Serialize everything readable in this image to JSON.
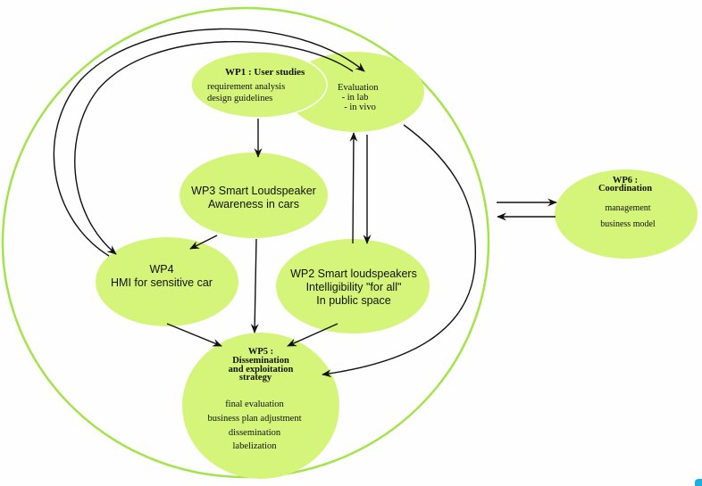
{
  "colors": {
    "node_fill": "#d4f57a",
    "outer_ring": "#a4e34a",
    "edge": "#111111",
    "background": "#fdfefd",
    "corner_badge": "#1ab0e0"
  },
  "nodes": {
    "wp1": {
      "title": "WP1 : User studies",
      "lines": [
        "requirement analysis",
        "design guidelines"
      ]
    },
    "evaluation": {
      "title": "Evaluation",
      "lines": [
        " - in lab",
        "  - in vivo"
      ]
    },
    "wp3": {
      "lines": [
        "WP3 Smart Loudspeaker",
        "Awareness in cars"
      ]
    },
    "wp4": {
      "lines": [
        "WP4",
        "HMI for sensitive car"
      ]
    },
    "wp2": {
      "lines": [
        "WP2 Smart loudspeakers",
        "Intelligibility \"for all\"",
        "In public space"
      ]
    },
    "wp5": {
      "title_lines": [
        "WP5 :",
        "Dissemination",
        "and exploitation",
        "strategy"
      ],
      "lines": [
        "final evaluation",
        "business plan adjustment",
        "dissemination",
        "labelization"
      ]
    },
    "wp6": {
      "title_lines": [
        "WP6 :",
        "Coordination"
      ],
      "lines": [
        "management",
        "business model"
      ]
    }
  },
  "edges": [
    {
      "from": "wp1",
      "to": "wp3"
    },
    {
      "from": "evaluation",
      "to": "wp2"
    },
    {
      "from": "wp2",
      "to": "evaluation"
    },
    {
      "from": "wp3",
      "to": "wp4"
    },
    {
      "from": "wp3",
      "to": "wp5"
    },
    {
      "from": "wp4",
      "to": "wp5"
    },
    {
      "from": "wp2",
      "to": "wp5"
    },
    {
      "from": "evaluation",
      "to": "wp5"
    },
    {
      "from": "wp4",
      "to": "evaluation"
    },
    {
      "from": "evaluation",
      "to": "wp4"
    },
    {
      "from": "project",
      "to": "wp6"
    },
    {
      "from": "wp6",
      "to": "project"
    }
  ]
}
